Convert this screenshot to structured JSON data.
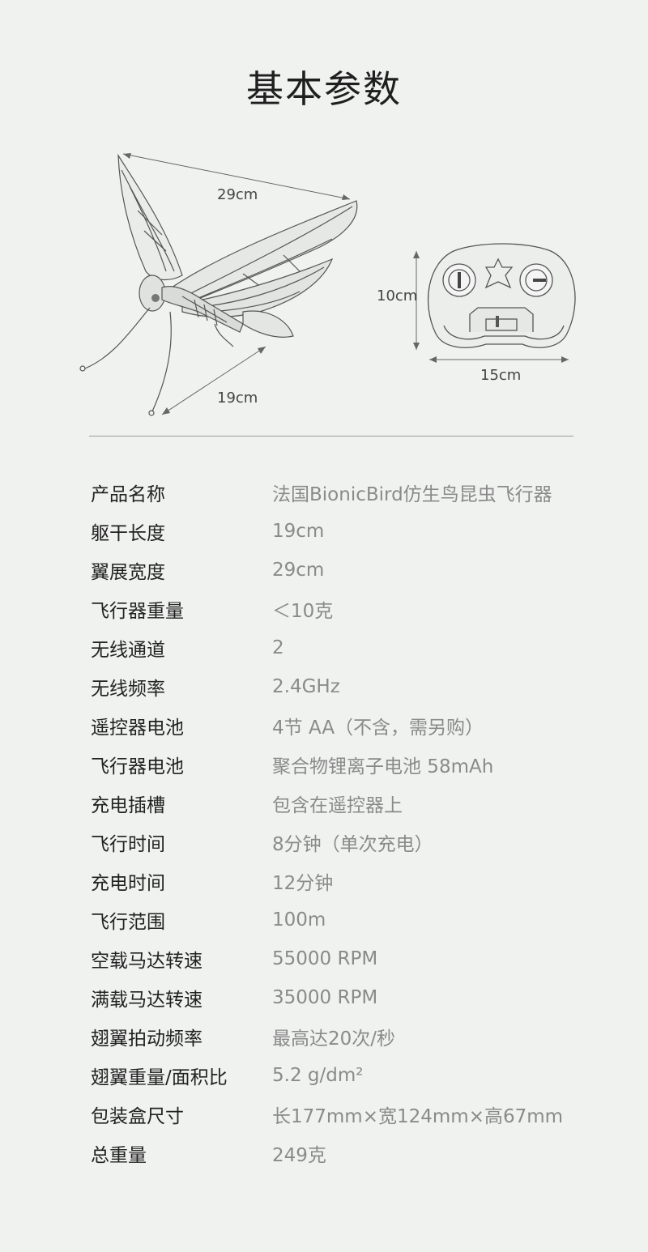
{
  "title": "基本参数",
  "diagram": {
    "bird_wingspan_label": "29cm",
    "bird_body_label": "19cm",
    "remote_height_label": "10cm",
    "remote_width_label": "15cm"
  },
  "specs": [
    {
      "label": "产品名称",
      "value": "法国BionicBird仿生鸟昆虫飞行器"
    },
    {
      "label": "躯干长度",
      "value": "19cm"
    },
    {
      "label": "翼展宽度",
      "value": "29cm"
    },
    {
      "label": "飞行器重量",
      "value": "＜10克"
    },
    {
      "label": "无线通道",
      "value": "2"
    },
    {
      "label": "无线频率",
      "value": "2.4GHz"
    },
    {
      "label": "遥控器电池",
      "value": "4节 AA（不含，需另购）"
    },
    {
      "label": "飞行器电池",
      "value": "聚合物锂离子电池 58mAh"
    },
    {
      "label": "充电插槽",
      "value": "包含在遥控器上"
    },
    {
      "label": "飞行时间",
      "value": "8分钟（单次充电）"
    },
    {
      "label": "充电时间",
      "value": "12分钟"
    },
    {
      "label": "飞行范围",
      "value": "100m"
    },
    {
      "label": "空载马达转速",
      "value": "55000 RPM"
    },
    {
      "label": "满载马达转速",
      "value": "35000 RPM"
    },
    {
      "label": "翅翼拍动频率",
      "value": "最高达20次/秒"
    },
    {
      "label": "翅翼重量/面积比",
      "value": "5.2 g/dm²"
    },
    {
      "label": "包装盒尺寸",
      "value": "长177mm×宽124mm×高67mm"
    },
    {
      "label": "总重量",
      "value": "249克"
    }
  ]
}
